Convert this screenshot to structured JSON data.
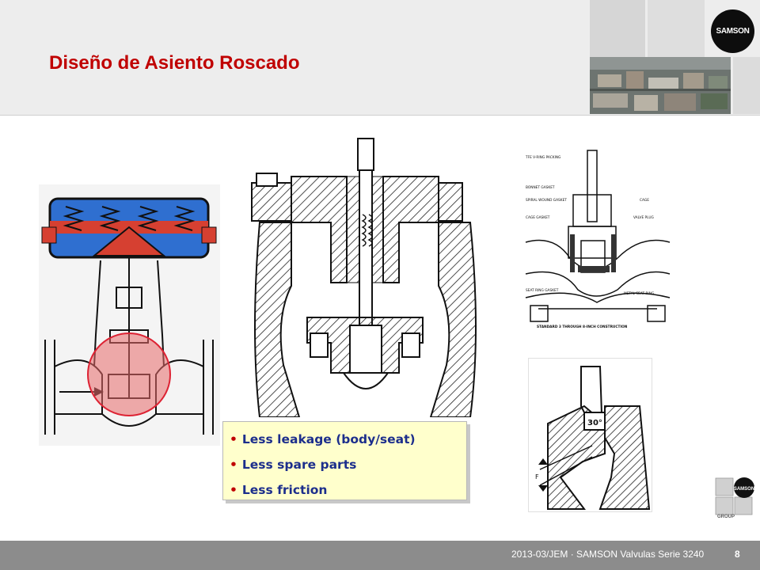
{
  "slide": {
    "title": "Diseño de Asiento Roscado"
  },
  "header": {
    "logo_text": "SAMSON",
    "aerial_photo": "aerial-factory-photo"
  },
  "images": {
    "actuator_valve": "valve-actuator-cutaway",
    "valve_body_section": "valve-body-cross-section",
    "cage_valve_diagram": "cage-valve-labeled-diagram",
    "seat_detail": "seat-ring-detail"
  },
  "cage_labels": {
    "packing": "TFE V-RING PACKING",
    "bonnet_gasket": "BONNET GASKET",
    "spiral_gasket": "SPIRAL WOUND GASKET",
    "cage_gasket": "CAGE GASKET",
    "cage": "CAGE",
    "valve_plug": "VALVE PLUG",
    "seat_ring_gasket": "SEAT RING GASKET",
    "metal_seat": "METAL SEAT RING",
    "caption": "STANDARD 3 THROUGH 8-INCH CONSTRUCTION"
  },
  "seat_detail": {
    "angle": "30°",
    "force": "F"
  },
  "bullets": {
    "items": [
      "Less leakage (body/seat)",
      "Less spare parts",
      "Less friction"
    ]
  },
  "group_logo": {
    "text": "SAMSON",
    "group": "GROUP"
  },
  "footer": {
    "text": "2013-03/JEM  ·  SAMSON Valvulas Serie 3240",
    "page": "8"
  },
  "colors": {
    "title": "#c00000",
    "bullet_text": "#1c2e8c",
    "bullet_bg": "#ffffcc",
    "footer_bg": "#8c8c8c",
    "header_bg": "#ededed"
  }
}
